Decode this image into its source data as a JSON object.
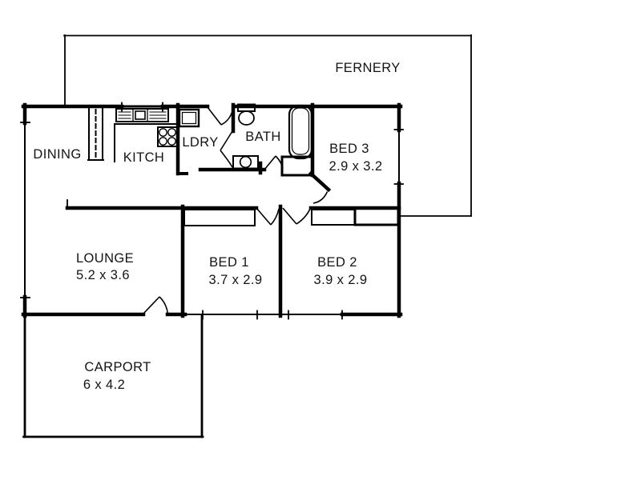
{
  "rooms": {
    "fernery": {
      "label": "FERNERY"
    },
    "dining": {
      "label": "DINING"
    },
    "kitchen": {
      "label": "KITCH"
    },
    "laundry": {
      "label": "LDRY"
    },
    "bath": {
      "label": "BATH"
    },
    "bed3": {
      "label": "BED 3",
      "dimensions": "2.9 x 3.2"
    },
    "lounge": {
      "label": "LOUNGE",
      "dimensions": "5.2 x 3.6"
    },
    "bed1": {
      "label": "BED 1",
      "dimensions": "3.7 x 2.9"
    },
    "bed2": {
      "label": "BED 2",
      "dimensions": "3.9 x 2.9"
    },
    "carport": {
      "label": "CARPORT",
      "dimensions": "6 x 4.2"
    }
  },
  "fixtures": {
    "kitchen": [
      "double-drainer-sink",
      "stove-cooktop",
      "pantry-cupboard",
      "bench"
    ],
    "laundry": [
      "laundry-tub"
    ],
    "bath": [
      "toilet",
      "bathtub",
      "vanity-basin"
    ],
    "bedrooms": [
      "built-in-wardrobes"
    ],
    "hall": [
      "linen-cupboard"
    ]
  },
  "colors": {
    "wall": "#000000",
    "background": "#ffffff",
    "text": "#141414"
  }
}
